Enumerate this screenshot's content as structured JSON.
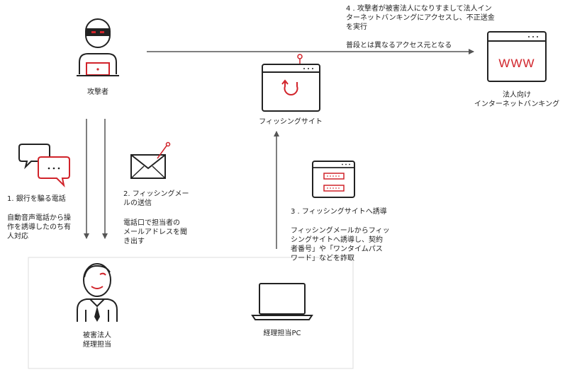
{
  "colors": {
    "accent": "#d1232a",
    "stroke": "#222222",
    "line": "#555555",
    "box": "#d9d9d9"
  },
  "actors": {
    "attacker": "攻撃者",
    "victim": "被害法人\n経理担当",
    "pc": "経理担当PC",
    "phishing_site": "フィッシングサイト",
    "bank": "法人向け\nインターネットバンキング",
    "www": "WWW"
  },
  "steps": {
    "s1_title": "1. 銀行を騙る電話",
    "s1_body": "自動音声電話から操\n作を誘導したのち有\n人対応",
    "s2_title": "2. フィッシングメー\nルの送信",
    "s2_body": "電話口で担当者の\nメールアドレスを聞\nき出す",
    "s3_title": "3 . フィッシングサイトへ誘導",
    "s3_body": "フィッシングメールからフィッ\nシングサイトへ誘導し、契約\n者番号」や「ワンタイムパス\nワード」などを詐取",
    "s4_title": "4 . 攻撃者が被害法人になりすまして法人イン\nターネットバンキングにアクセスし、不正送金\nを実行",
    "s4_sub": "普段とは異なるアクセス元となる"
  },
  "icons": {
    "attacker": "hacker-icon",
    "victim": "businessman-icon",
    "pc": "laptop-icon",
    "site": "browser-icon",
    "bank": "browser-www-icon",
    "phone": "chat-bubbles-icon",
    "mail": "envelope-icon",
    "form": "login-form-icon"
  }
}
